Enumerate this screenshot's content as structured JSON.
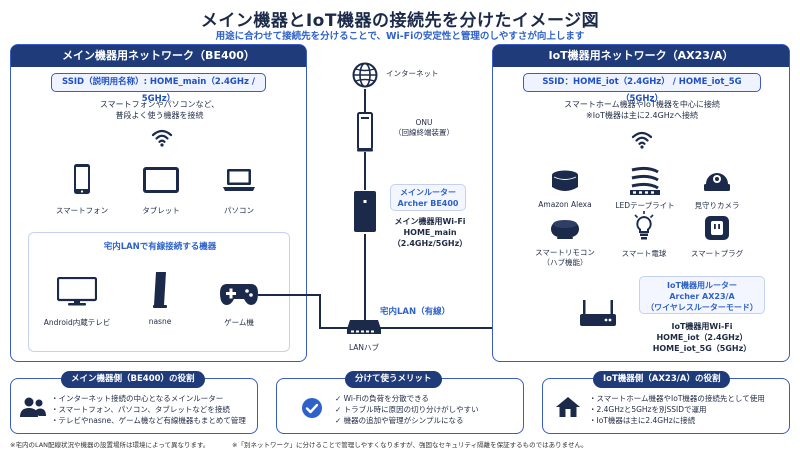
{
  "title": "メイン機器とIoT機器の接続先を分けたイメージ図",
  "subtitle": "用途に合わせて接続先を分けることで、Wi-Fiの安定性と管理のしやすさが向上します",
  "main_network": {
    "header": "メイン機器用ネットワーク（BE400）",
    "ssid": "SSID（説明用名称）: HOME_main（2.4GHz / 5GHz）",
    "desc_line1": "スマートフォンやパソコンなど、",
    "desc_line2": "普段よく使う機器を接続",
    "devices": [
      "スマートフォン",
      "タブレット",
      "パソコン"
    ],
    "wired": {
      "title": "宅内LANで有線接続する機器",
      "devices": [
        "Android内蔵テレビ",
        "nasne",
        "ゲーム機"
      ]
    }
  },
  "iot_network": {
    "header": "IoT機器用ネットワーク（AX23/A）",
    "ssid": "SSID：HOME_iot（2.4GHz） / HOME_iot_5G（5GHz）",
    "desc_line1": "スマートホーム機器やIoT機器を中心に接続",
    "desc_line2": "※IoT機器は主に2.4GHzへ接続",
    "devices": [
      "Amazon Alexa",
      "LEDテープライト",
      "見守りカメラ",
      "スマートリモコン",
      "スマート電球",
      "スマートプラグ"
    ],
    "remote_sub": "（ハブ機能）",
    "router": {
      "line1": "IoT機器用ルーター",
      "line2": "Archer AX23/A",
      "line3": "（ワイヤレスルーターモード）"
    },
    "wifi": {
      "line1": "IoT機器用Wi-Fi",
      "line2": "HOME_iot（2.4GHz）",
      "line3": "HOME_iot_5G（5GHz）"
    }
  },
  "center": {
    "internet": "インターネット",
    "onu_line1": "ONU",
    "onu_line2": "（回線終端装置）",
    "router_line1": "メインルーター",
    "router_line2": "Archer BE400",
    "wifi_line1": "メイン機器用Wi-Fi",
    "wifi_line2": "HOME_main",
    "wifi_line3": "（2.4GHz/5GHz）",
    "lan_label": "宅内LAN（有線）",
    "hub": "LANハブ"
  },
  "bottom": {
    "left": {
      "title": "メイン機器側（BE400）の役割",
      "items": [
        "インターネット接続の中心となるメインルーター",
        "スマートフォン、パソコン、タブレットなどを接続",
        "テレビやnasne、ゲーム機など有線機器もまとめて管理"
      ]
    },
    "center": {
      "title": "分けて使うメリット",
      "items": [
        "Wi-Fiの負荷を分散できる",
        "トラブル時に原因の切り分けがしやすい",
        "機器の追加や管理がシンプルになる"
      ]
    },
    "right": {
      "title": "IoT機器側（AX23/A）の役割",
      "items": [
        "スマートホーム機器やIoT機器の接続先として使用",
        "2.4GHzと5GHzを別SSIDで運用",
        "IoT機器は主に2.4GHzに接続"
      ]
    }
  },
  "footnotes": {
    "left": "※宅内のLAN配線状況や機器の設置場所は環境によって異なります。",
    "right": "※「別ネットワーク」に分けることで管理しやすくなりますが、強固なセキュリティ隔離を保証するものではありません。"
  },
  "colors": {
    "navy": "#1f3b7a",
    "accent": "#2e62c9",
    "border": "#3b5cc4",
    "text": "#1f2a44"
  }
}
